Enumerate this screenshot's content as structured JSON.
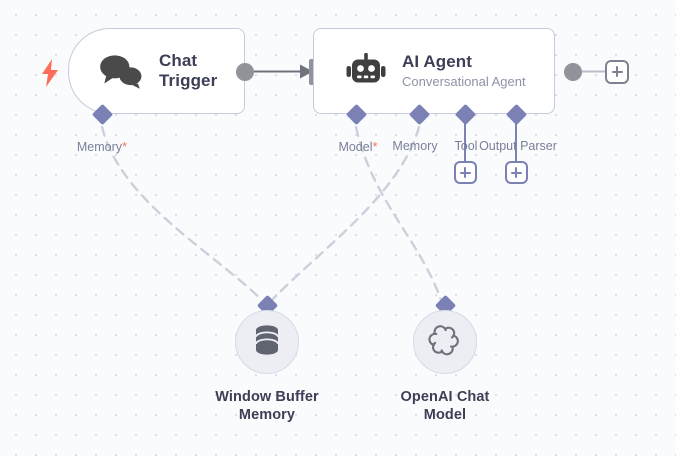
{
  "canvas": {
    "background_color": "#fafbfc",
    "dot_color": "#dcdeea"
  },
  "theme": {
    "node_border": "#c4cbdb",
    "node_bg": "#ffffff",
    "title_color": "#3c3f55",
    "subtitle_color": "#8d93a6",
    "connector_purple": "#7b81b4",
    "port_gray": "#909399",
    "required_marker": "#ff6d5a",
    "edge_dashed": "#cbd0dc",
    "subnode_bg": "#eceef4"
  },
  "nodes": {
    "chat_trigger": {
      "title": "Chat Trigger",
      "icon": "chat-bubbles-icon",
      "trigger_icon": "lightning-bolt-icon",
      "ports": [
        {
          "label": "Memory",
          "required": true,
          "marker": "*"
        }
      ]
    },
    "ai_agent": {
      "title": "AI Agent",
      "subtitle": "Conversational Agent",
      "icon": "robot-icon",
      "ports": [
        {
          "label": "Model",
          "required": true,
          "marker": "*"
        },
        {
          "label": "Memory",
          "required": false,
          "marker": ""
        },
        {
          "label": "Tool",
          "required": false,
          "marker": ""
        },
        {
          "label": "Output Parser",
          "required": false,
          "marker": ""
        }
      ]
    },
    "window_buffer_memory": {
      "title": "Window Buffer Memory",
      "title_line1": "Window Buffer",
      "title_line2": "Memory",
      "icon": "database-icon"
    },
    "openai_chat_model": {
      "title": "OpenAI Chat Model",
      "title_line1": "OpenAI Chat",
      "title_line2": "Model",
      "icon": "openai-logo-icon"
    }
  },
  "buttons": {
    "add_tool": "+",
    "add_output_parser": "+",
    "add_next_node": "+"
  }
}
